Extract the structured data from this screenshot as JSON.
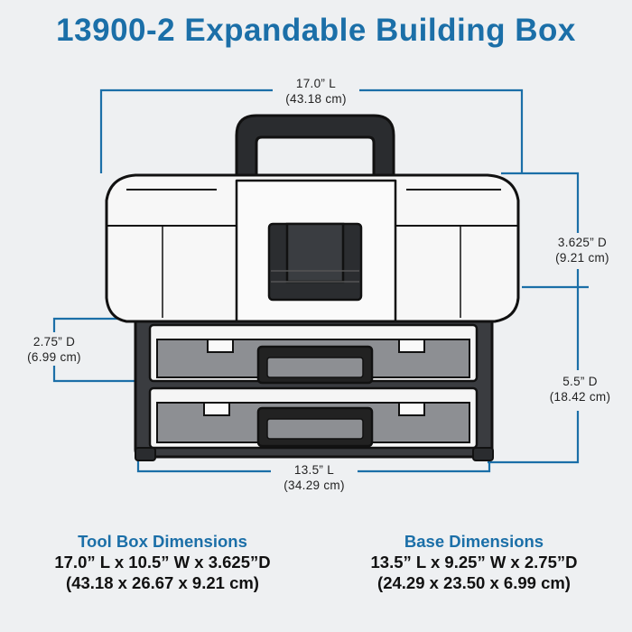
{
  "title": "13900-2 Expandable Building Box",
  "dimensions": {
    "length_top": {
      "imperial": "17.0” L",
      "metric": "(43.18 cm)"
    },
    "depth_lid": {
      "imperial": "3.625” D",
      "metric": "(9.21 cm)"
    },
    "depth_drawer": {
      "imperial": "2.75” D",
      "metric": "(6.99 cm)"
    },
    "depth_base": {
      "imperial": "5.5” D",
      "metric": "(18.42 cm)"
    },
    "length_base": {
      "imperial": "13.5” L",
      "metric": "(34.29 cm)"
    }
  },
  "tool_box": {
    "heading": "Tool Box Dimensions",
    "line1": "17.0” L x 10.5” W x 3.625”D",
    "line2": "(43.18 x 26.67 x 9.21 cm)"
  },
  "base": {
    "heading": "Base Dimensions",
    "line1": "13.5” L x 9.25” W x 2.75”D",
    "line2": "(24.29 x 23.50 x 6.99 cm)"
  },
  "colors": {
    "accent": "#1b6fa8",
    "background": "#eef0f2",
    "dark": "#1a1a1a"
  }
}
